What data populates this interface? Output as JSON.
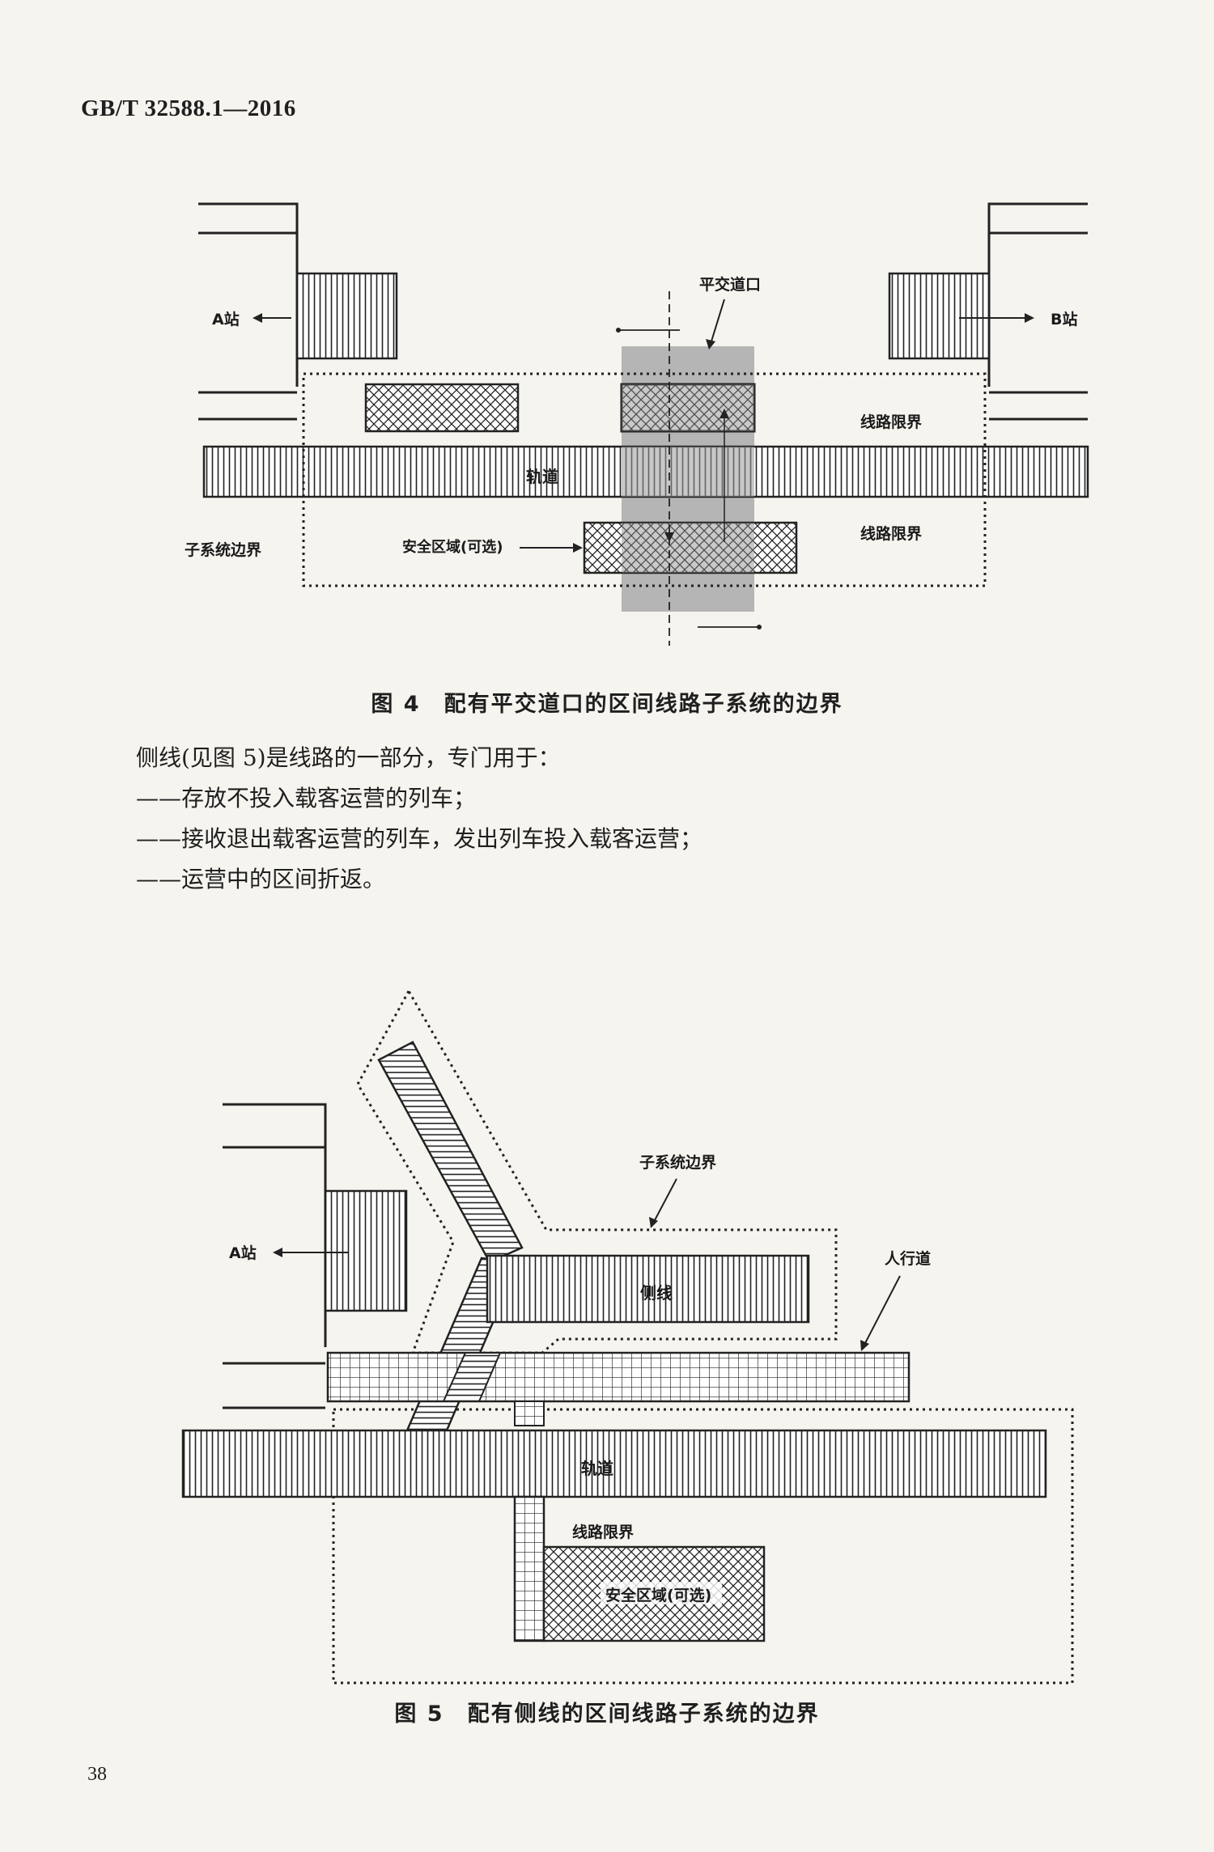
{
  "header": {
    "doc_id": "GB/T 32588.1—2016"
  },
  "figure4": {
    "caption": "图 4　配有平交道口的区间线路子系统的边界",
    "labels": {
      "station_a": "A站",
      "station_b": "B站",
      "level_crossing": "平交道口",
      "gauge_top": "线路限界",
      "gauge_bottom": "线路限界",
      "track": "轨道",
      "subsystem_boundary": "子系统边界",
      "safety_zone": "安全区域(可选)"
    }
  },
  "body": {
    "intro": "侧线(见图 5)是线路的一部分，专门用于：",
    "items": [
      "——存放不投入载客运营的列车；",
      "——接收退出载客运营的列车，发出列车投入载客运营；",
      "——运营中的区间折返。"
    ]
  },
  "figure5": {
    "caption": "图 5　配有侧线的区间线路子系统的边界",
    "labels": {
      "subsystem_boundary": "子系统边界",
      "station_a": "A站",
      "siding": "侧线",
      "walkway": "人行道",
      "track": "轨道",
      "gauge": "线路限界",
      "safety_zone": "安全区域(可选)"
    }
  },
  "footer": {
    "page_number": "38"
  }
}
